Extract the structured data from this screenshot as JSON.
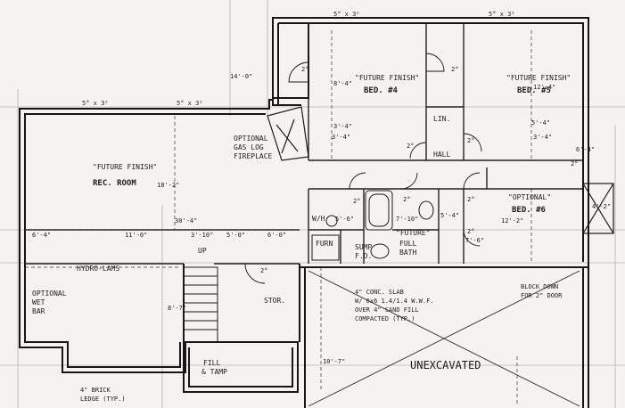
{
  "rooms": {
    "bed4_note": "\"FUTURE FINISH\"",
    "bed4_name": "BED. #4",
    "bed5_note": "\"FUTURE FINISH\"",
    "bed5_name": "BED. #5",
    "rec_note": "\"FUTURE FINISH\"",
    "rec_name": "REC. ROOM",
    "bed6_note": "\"OPTIONAL\"",
    "bed6_name": "BED. #6",
    "bath_note": "\"FUTURE\"",
    "bath_name1": "FULL",
    "bath_name2": "BATH",
    "wh": "W/H",
    "furn": "FURN",
    "linen": "LIN.",
    "stor": "STOR.",
    "hall": "HALL",
    "wet_bar1": "OPTIONAL",
    "wet_bar2": "WET",
    "wet_bar3": "BAR",
    "fill1": "FILL",
    "fill2": "& TAMP",
    "unexcavated": "UNEXCAVATED",
    "hydro": "HYDRO-LAMS",
    "up": "UP",
    "sump": "SUMP",
    "fd": "F.D.",
    "fireplace1": "OPTIONAL",
    "fireplace2": "GAS LOG",
    "fireplace3": "FIREPLACE"
  },
  "notes": {
    "slab1": "4\" CONC. SLAB",
    "slab2": "W/ 6x6 1.4/1.4 W.W.F.",
    "slab3": "OVER 4\" SAND FILL",
    "slab4": "COMPACTED (TYP.)",
    "block1": "BLOCK DOWN",
    "block2": "FOR 2\" DOOR",
    "ledge1": "4\" BRICK",
    "ledge2": "LEDGE (TYP.)"
  },
  "doors": [
    "2°",
    "2°",
    "2°",
    "2°",
    "2°",
    "2°",
    "2°",
    "2°",
    "2°",
    "2°"
  ],
  "windows": [
    "5° x 3²",
    "5° x 3²",
    "5° x 3²",
    "5° x 3²"
  ],
  "dims": {
    "d1": "14'-0\"",
    "d2": "8'-4\"",
    "d3": "3'-4\"",
    "d4": "3'-4\"",
    "d5": "12'-4\"",
    "d6": "30'-4\"",
    "d7": "6'-4\"",
    "d8": "11'-0\"",
    "d9": "3'-10\"",
    "d10": "5'-0\"",
    "d11": "6'-0\"",
    "d12": "7'-10\"",
    "d13": "5'-4\"",
    "d14": "12'-2\"",
    "d15": "7'-6\"",
    "d16": "5'-6\"",
    "d17": "6'-4\"",
    "d18": "4'-2\"",
    "d19": "18'-2\"",
    "d20": "3'-4\"",
    "d21": "5'-4\"",
    "d22": "8'-7\"",
    "d23": "10'-7\""
  }
}
